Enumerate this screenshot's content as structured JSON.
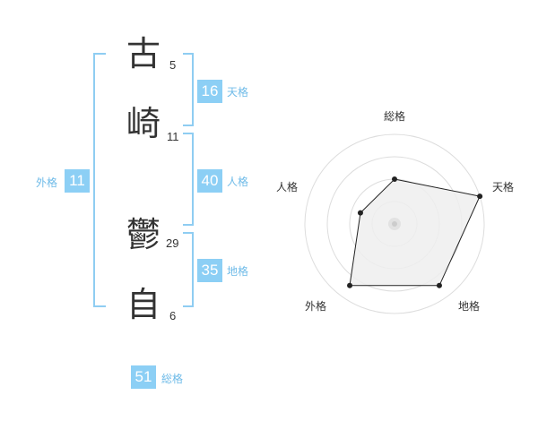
{
  "name": {
    "characters": [
      {
        "char": "古",
        "strokes": "5"
      },
      {
        "char": "崎",
        "strokes": "11"
      },
      {
        "char": "鬱",
        "strokes": "29"
      },
      {
        "char": "自",
        "strokes": "6"
      }
    ]
  },
  "fortunes": {
    "tenkaku": {
      "value": "16",
      "label": "天格"
    },
    "jinkaku": {
      "value": "40",
      "label": "人格"
    },
    "chikaku": {
      "value": "35",
      "label": "地格"
    },
    "gaikaku": {
      "value": "11",
      "label": "外格"
    },
    "soukaku": {
      "value": "51",
      "label": "総格"
    }
  },
  "colors": {
    "accent": "#8ccff5",
    "bracket": "#8fcdf2",
    "text": "#333333",
    "radar_fill": "#eeeeee"
  },
  "chart_data": {
    "type": "radar",
    "axes": [
      "総格",
      "天格",
      "地格",
      "外格",
      "人格"
    ],
    "values": [
      0.5,
      1.0,
      0.85,
      0.85,
      0.4
    ],
    "rings": 4,
    "grid": true
  }
}
